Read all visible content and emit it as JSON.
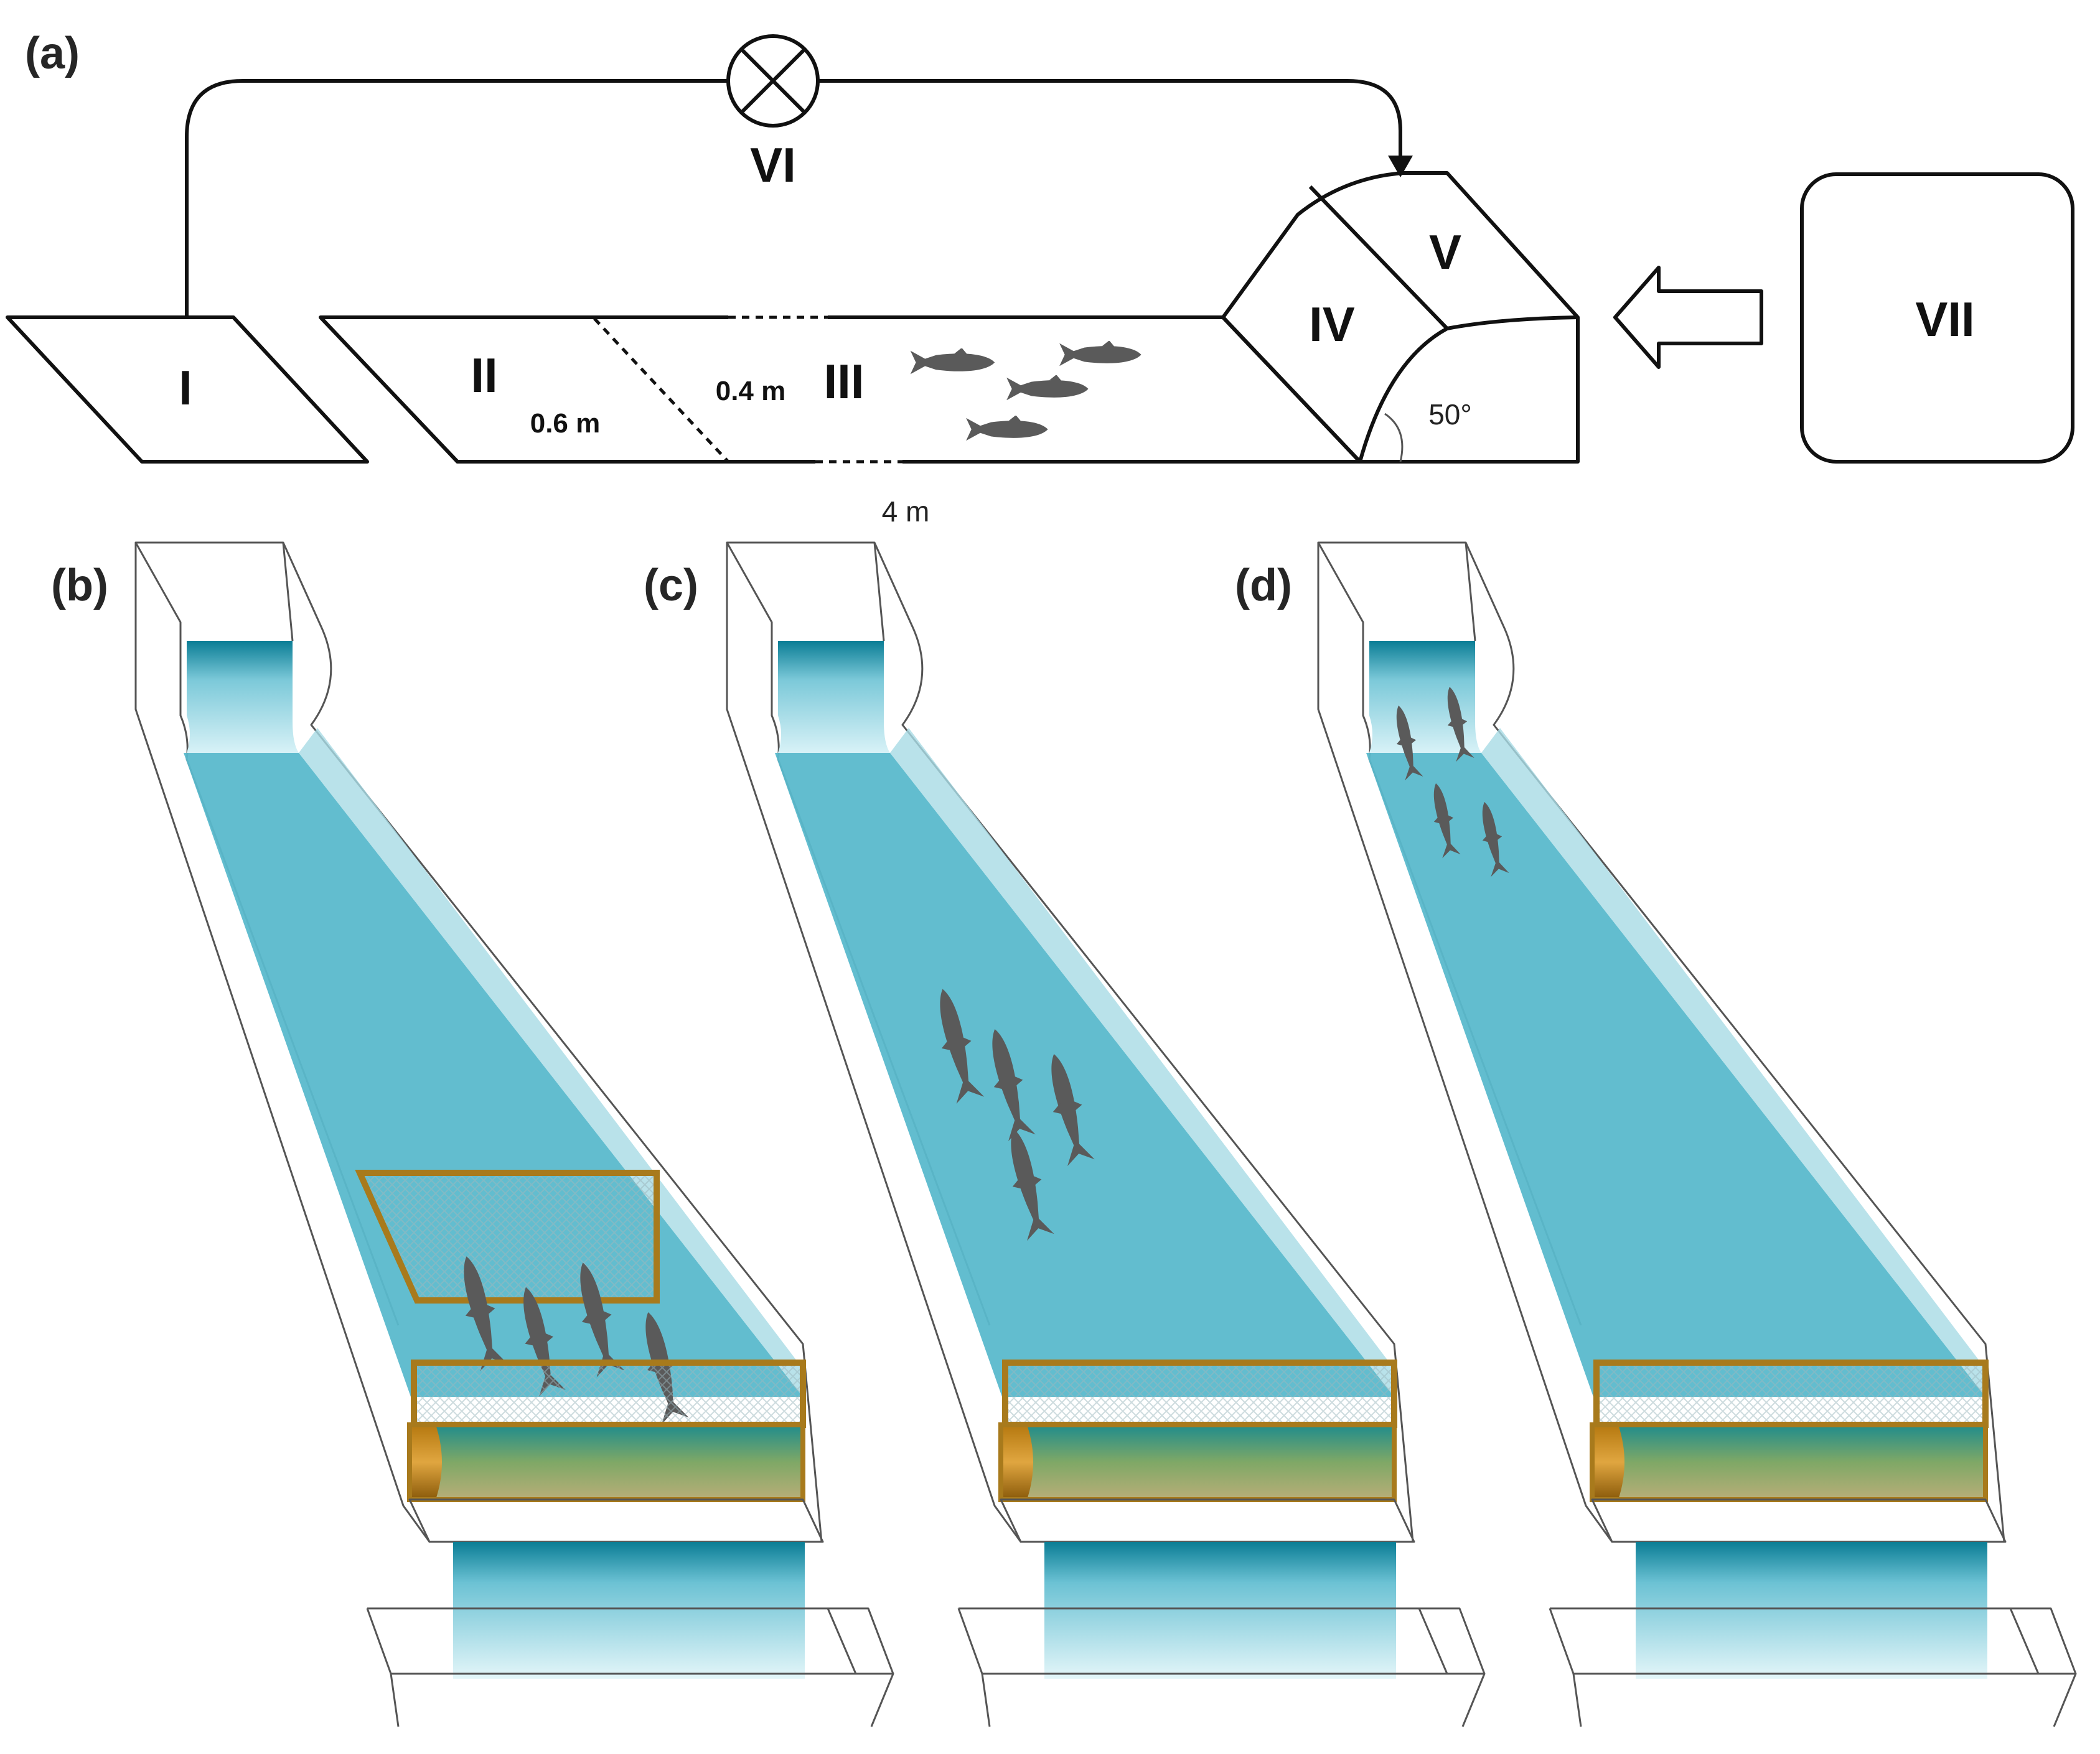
{
  "panels": {
    "a": "(a)",
    "b": "(b)",
    "c": "(c)",
    "d": "(d)"
  },
  "components": {
    "I": "I",
    "II": "II",
    "III": "III",
    "IV": "IV",
    "V": "V",
    "VI": "VI",
    "VII": "VII"
  },
  "dimensions": {
    "width_upstream": "0.6 m",
    "width_downstream": "0.4 m",
    "length": "4 m",
    "angle": "50°"
  },
  "colors": {
    "water_top": "#0a7d95",
    "water_main": "#5ab9cc",
    "water_light": "#cdeef4",
    "screen_frame": "#a87a1c",
    "fish": "#5a5a5a"
  }
}
